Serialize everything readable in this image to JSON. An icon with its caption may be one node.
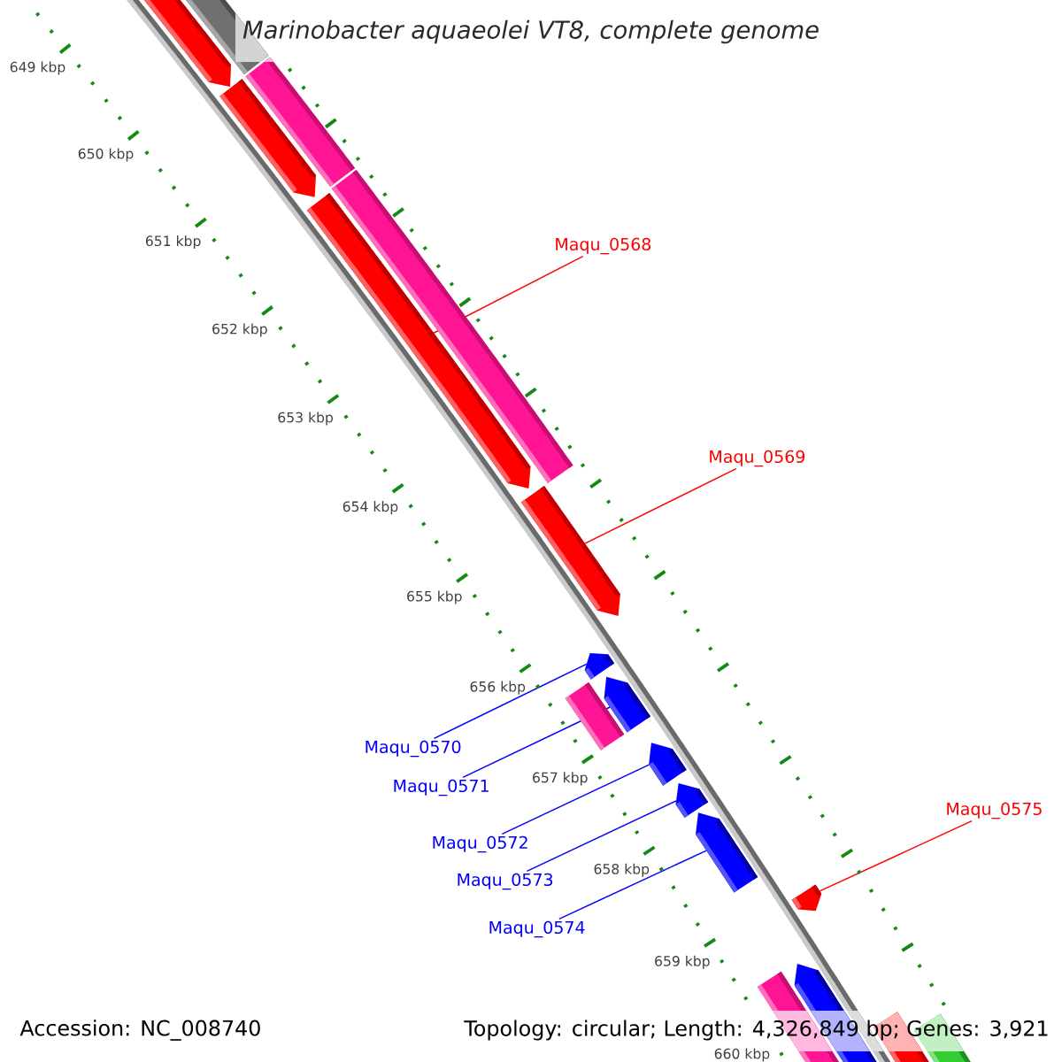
{
  "diagram": {
    "title": "Marinobacter aquaeolei VT8, complete genome",
    "nodes": [
      {
        "text": [
          "Maqu_0568"
        ]
      },
      {
        "text": [
          "Maqu_0569"
        ]
      },
      {
        "text": [
          "Maqu_0570"
        ]
      },
      {
        "text": [
          "Maqu_0571"
        ]
      },
      {
        "text": [
          "Maqu_0575"
        ]
      },
      {
        "text": [
          "Maqu_0572"
        ]
      },
      {
        "text": [
          "Maqu_0573"
        ]
      },
      {
        "text": [
          "Maqu_0574"
        ]
      },
      {
        "text": [],
        "shape": "pentagon"
      },
      {
        "text": [],
        "shape": "bar"
      },
      {
        "text": [],
        "shape": "bar"
      },
      {
        "text": [],
        "shape": "pentagon"
      },
      {
        "text": [],
        "shape": "bar"
      },
      {
        "text": [],
        "shape": "pentagon"
      },
      {
        "text": [],
        "shape": "pentagon"
      },
      {
        "text": [],
        "shape": "pentagon"
      },
      {
        "text": [],
        "shape": "bar"
      },
      {
        "text": [],
        "shape": "pentagon"
      },
      {
        "text": [],
        "shape": "pentagon"
      },
      {
        "text": [],
        "shape": "pentagon"
      },
      {
        "text": [],
        "shape": "pentagon"
      },
      {
        "text": [],
        "shape": "pentagon"
      },
      {
        "text": [],
        "shape": "bar"
      },
      {
        "text": [],
        "shape": "pentagon"
      },
      {
        "text": [],
        "shape": "bar"
      },
      {
        "text": [],
        "shape": "bar"
      }
    ],
    "edges": [
      {
        "from": 0,
        "to": 13,
        "arrow": "none",
        "color": "#ff0000"
      },
      {
        "from": 1,
        "to": 14,
        "arrow": "none",
        "color": "#ff0000"
      },
      {
        "from": 2,
        "to": 15,
        "arrow": "none"
      },
      {
        "from": 3,
        "to": 17,
        "arrow": "none"
      },
      {
        "from": 4,
        "to": 21,
        "arrow": "none",
        "color": "#ff0000"
      },
      {
        "from": 5,
        "to": 18,
        "arrow": "none"
      },
      {
        "from": 6,
        "to": 19,
        "arrow": "none"
      },
      {
        "from": 7,
        "to": 20,
        "arrow": "none"
      }
    ],
    "labels": [
      "649 kbp",
      "650 kbp",
      "651 kbp",
      "652 kbp",
      "653 kbp",
      "654 kbp",
      "655 kbp",
      "656 kbp",
      "657 kbp",
      "658 kbp",
      "659 kbp",
      "660 kbp",
      "Accession: NC_008740",
      "Topology: circular; Length: 4,326,849 bp; Genes: 3,921"
    ]
  }
}
